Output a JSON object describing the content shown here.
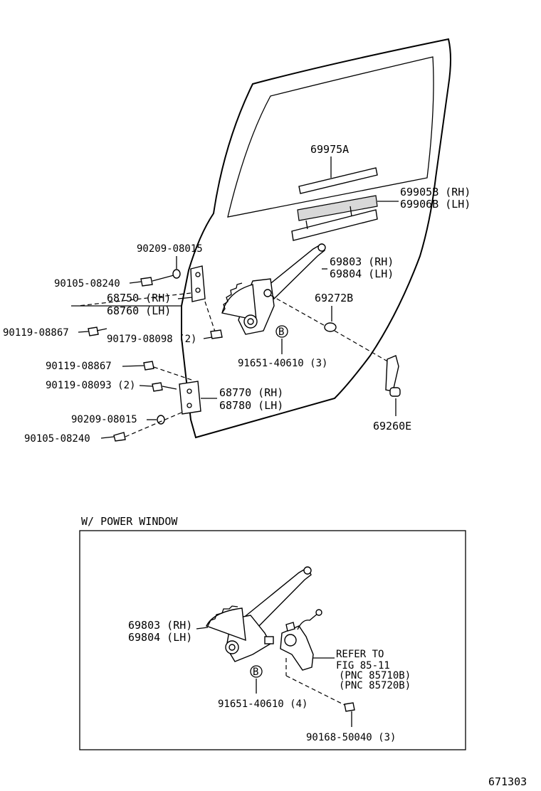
{
  "diagram": {
    "door_parts": {
      "channel_upper": "69975A",
      "channel_lower_rh": "69905B (RH)",
      "channel_lower_lh": "69906B (LH)",
      "regulator_rh": "69803 (RH)",
      "regulator_lh": "69804 (LH)",
      "washer": "69272B",
      "handle": "69260E",
      "bolt_regulator": "91651-40610 (3)",
      "upper_hinge_washer": "90209-08015",
      "upper_hinge_bolt": "90105-08240",
      "upper_hinge_rh": "68750 (RH)",
      "upper_hinge_lh": "68760 (LH)",
      "upper_hinge_screw": "90119-08867",
      "upper_hinge_nut": "90179-08098 (2)",
      "lower_hinge_screw1": "90119-08867",
      "lower_hinge_screw2": "90119-08093 (2)",
      "lower_hinge_rh": "68770 (RH)",
      "lower_hinge_lh": "68780 (LH)",
      "lower_hinge_washer": "90209-08015",
      "lower_hinge_bolt": "90105-08240",
      "marker_b": "B"
    },
    "power_window": {
      "title": "W/ POWER WINDOW",
      "regulator_rh": "69803 (RH)",
      "regulator_lh": "69804 (LH)",
      "bolt": "91651-40610 (4)",
      "screw": "90168-50040 (3)",
      "refer_line1": "REFER TO",
      "refer_line2": "FIG 85-11",
      "refer_line3": "(PNC 85710B)",
      "refer_line4": "(PNC 85720B)",
      "marker_b": "B"
    },
    "figure_number": "671303"
  }
}
